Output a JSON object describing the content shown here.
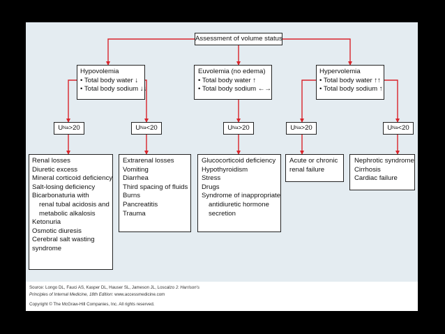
{
  "diagram": {
    "root": {
      "label": "Assessment of volume status"
    },
    "categories": [
      {
        "title": "Hypovolemia",
        "bullets": [
          "• Total body water ↓",
          "• Total body sodium ↓↓"
        ]
      },
      {
        "title": "Euvolemia (no edema)",
        "bullets": [
          "• Total body water ↑",
          "• Total body sodium ←→"
        ]
      },
      {
        "title": "Hypervolemia",
        "bullets": [
          "• Total body water ↑↑",
          "• Total body sodium ↑"
        ]
      }
    ],
    "urine_sodium": [
      {
        "prefix": "U",
        "sub": "Na",
        "value": " >20"
      },
      {
        "prefix": "U",
        "sub": "Na",
        "value": " <20"
      },
      {
        "prefix": "U",
        "sub": "Na",
        "value": " >20"
      },
      {
        "prefix": "U",
        "sub": "Na",
        "value": " >20"
      },
      {
        "prefix": "U",
        "sub": "Na",
        "value": " <20"
      }
    ],
    "causes": [
      {
        "lines": [
          "Renal losses",
          "Diuretic excess",
          "Mineral corticoid deficiency",
          "Salt-losing deficiency",
          "Bicarbonaturia with",
          "renal tubal acidosis and",
          "metabolic alkalosis",
          "Ketonuria",
          "Osmotic diuresis",
          "Cerebral salt wasting",
          "syndrome"
        ]
      },
      {
        "lines": [
          "Extrarenal losses",
          "Vomiting",
          "Diarrhea",
          "Third spacing of fluids",
          "Burns",
          "Pancreatitis",
          "Trauma"
        ]
      },
      {
        "lines": [
          "Glucocorticoid deficiency",
          "Hypothyroidism",
          "Stress",
          "Drugs",
          "Syndrome of inappropriate",
          "antidiuretic hormone",
          "secretion"
        ]
      },
      {
        "lines": [
          "Acute or chronic",
          "renal failure"
        ]
      },
      {
        "lines": [
          "Nephrotic syndrome",
          "Cirrhosis",
          "Cardiac failure"
        ]
      }
    ],
    "line_color": "#d8232a"
  },
  "footer": {
    "source_prefix": "Source: Longo DL, Fauci AS, Kasper DL, Hauser SL, Jameson JL, Loscalzo J: ",
    "source_title1": "Harrison's",
    "source_title2": "Principles of Internal Medicine, 18th Edition",
    "source_suffix": ": www.accessmedicine.com",
    "copyright": "Copyright © The McGraw-Hill Companies, Inc. All rights reserved."
  }
}
